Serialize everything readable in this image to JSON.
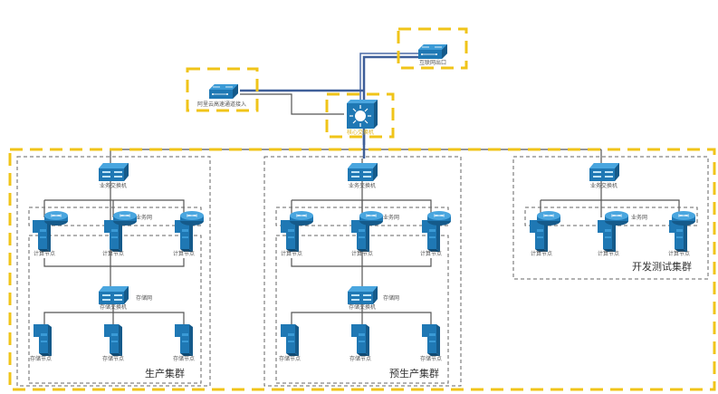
{
  "diagram": {
    "title": "",
    "edge_nodes": {
      "express_connect": {
        "label": "阿里云高速通道接入",
        "type": "switch"
      },
      "internet_egress": {
        "label": "互联网出口",
        "type": "switch"
      },
      "core_switch": {
        "label": "核心交换机",
        "type": "layer3-switch"
      }
    },
    "clusters": [
      {
        "id": "production",
        "name": "生产集群",
        "business_switch": "业务交换机",
        "business_net": "业务网",
        "compute_nodes": [
          "计算节点",
          "计算节点",
          "计算节点"
        ],
        "storage_net": "存储网",
        "storage_switch": "存储交换机",
        "storage_nodes": [
          "存储节点",
          "存储节点",
          "存储节点"
        ]
      },
      {
        "id": "pre-production",
        "name": "预生产集群",
        "business_switch": "业务交换机",
        "business_net": "业务网",
        "compute_nodes": [
          "计算节点",
          "计算节点",
          "计算节点"
        ],
        "storage_net": "存储网",
        "storage_switch": "存储交换机",
        "storage_nodes": [
          "存储节点",
          "存储节点",
          "存储节点"
        ]
      },
      {
        "id": "dev-test",
        "name": "开发测试集群",
        "business_switch": "业务交换机",
        "business_net": "业务网",
        "compute_nodes": [
          "计算节点",
          "计算节点",
          "计算节点"
        ]
      }
    ],
    "colors": {
      "highlight_border": "#f0c419",
      "device_blue": "#1f78b4",
      "device_dark": "#155a8a",
      "uplink": "#3f5f99",
      "wire": "#555555"
    }
  }
}
